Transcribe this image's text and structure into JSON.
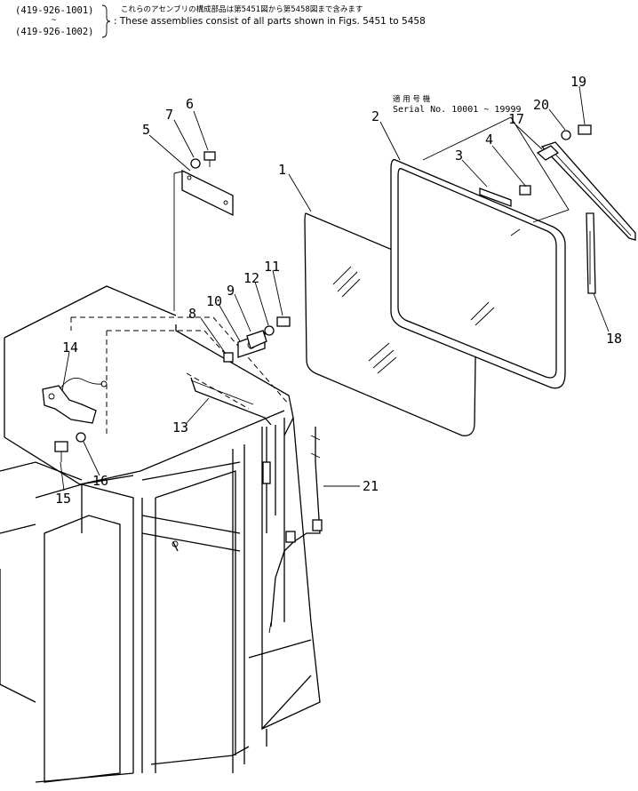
{
  "header": {
    "part_no_1": "(419-926-1001)",
    "range_mark": "~",
    "part_no_2": "(419-926-1002)",
    "note_jp": "これらのアセンブリの構成部品は第5451図から第5458図まで含みます",
    "note_en": ": These assemblies consist of all parts shown in Figs. 5451 to 5458"
  },
  "serial": {
    "label_jp": "適 用 号 機",
    "label_en": "Serial No. 10001 ~ 19999"
  },
  "callouts": [
    "1",
    "2",
    "3",
    "4",
    "5",
    "6",
    "7",
    "8",
    "9",
    "10",
    "11",
    "12",
    "13",
    "14",
    "15",
    "16",
    "17",
    "18",
    "19",
    "20",
    "21"
  ]
}
